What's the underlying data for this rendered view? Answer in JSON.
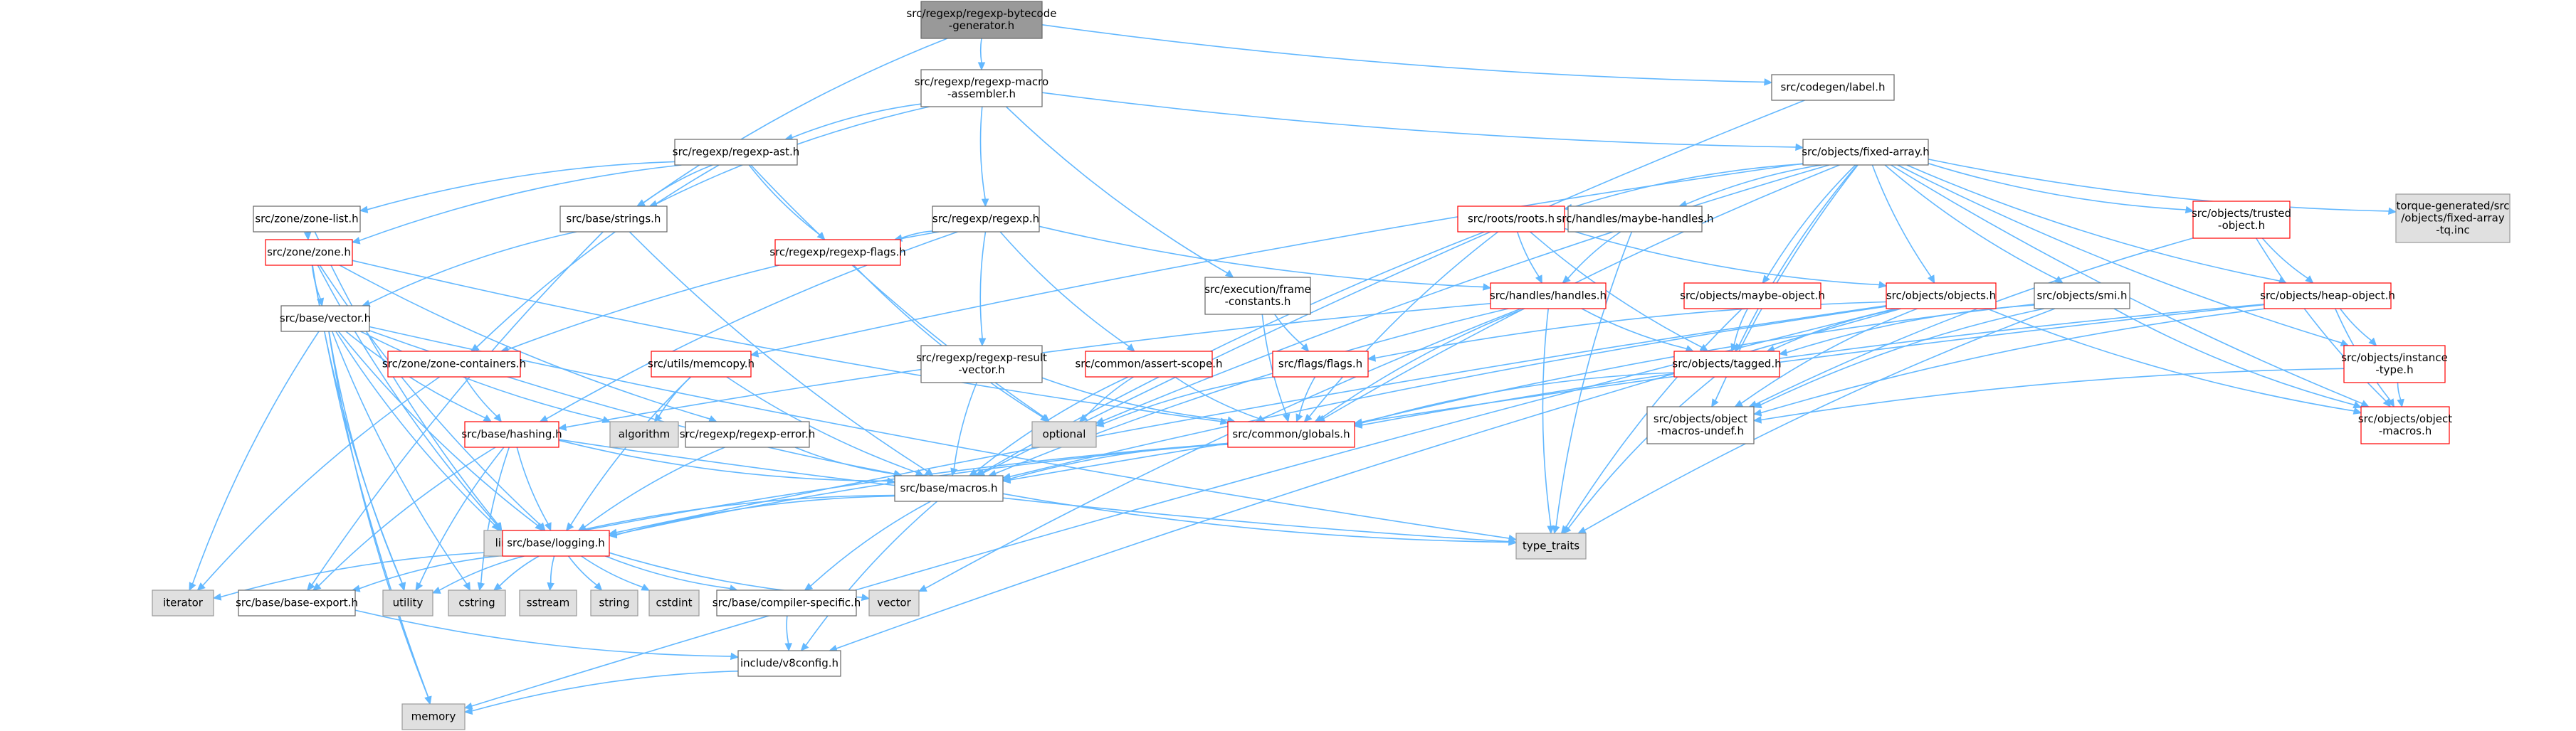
{
  "colors": {
    "edge": "#63b8ff",
    "root_fill": "#999999",
    "root_stroke": "#666666",
    "normal_fill": "#ffffff",
    "normal_stroke": "#666666",
    "truncated_stroke": "#ff0000",
    "system_fill": "#e0e0e0",
    "system_stroke": "#999999"
  },
  "nodes": [
    {
      "id": "root",
      "kind": "root",
      "lines": [
        "src/regexp/regexp-bytecode",
        "-generator.h"
      ]
    },
    {
      "id": "macro_asm",
      "kind": "normal",
      "lines": [
        "src/regexp/regexp-macro",
        "-assembler.h"
      ]
    },
    {
      "id": "codegen_label",
      "kind": "normal",
      "lines": [
        "src/codegen/label.h"
      ]
    },
    {
      "id": "regexp_ast",
      "kind": "normal",
      "lines": [
        "src/regexp/regexp-ast.h"
      ]
    },
    {
      "id": "fixed_array",
      "kind": "normal",
      "lines": [
        "src/objects/fixed-array.h"
      ]
    },
    {
      "id": "zone_list",
      "kind": "normal",
      "lines": [
        "src/zone/zone-list.h"
      ]
    },
    {
      "id": "base_strings",
      "kind": "normal",
      "lines": [
        "src/base/strings.h"
      ]
    },
    {
      "id": "regexp_h",
      "kind": "normal",
      "lines": [
        "src/regexp/regexp.h"
      ]
    },
    {
      "id": "roots",
      "kind": "truncated",
      "lines": [
        "src/roots/roots.h"
      ]
    },
    {
      "id": "maybe_handles",
      "kind": "normal",
      "lines": [
        "src/handles/maybe-handles.h"
      ]
    },
    {
      "id": "trusted_object",
      "kind": "truncated",
      "lines": [
        "src/objects/trusted",
        "-object.h"
      ]
    },
    {
      "id": "torque_fixed",
      "kind": "system",
      "lines": [
        "torque-generated/src",
        "/objects/fixed-array",
        "-tq.inc"
      ]
    },
    {
      "id": "zone_h",
      "kind": "truncated",
      "lines": [
        "src/zone/zone.h"
      ]
    },
    {
      "id": "regexp_flags",
      "kind": "truncated",
      "lines": [
        "src/regexp/regexp-flags.h"
      ]
    },
    {
      "id": "frame_constants",
      "kind": "normal",
      "lines": [
        "src/execution/frame",
        "-constants.h"
      ]
    },
    {
      "id": "handles_h",
      "kind": "truncated",
      "lines": [
        "src/handles/handles.h"
      ]
    },
    {
      "id": "maybe_object",
      "kind": "truncated",
      "lines": [
        "src/objects/maybe-object.h"
      ]
    },
    {
      "id": "objects_h",
      "kind": "truncated",
      "lines": [
        "src/objects/objects.h"
      ]
    },
    {
      "id": "smi_h",
      "kind": "normal",
      "lines": [
        "src/objects/smi.h"
      ]
    },
    {
      "id": "heap_object",
      "kind": "truncated",
      "lines": [
        "src/objects/heap-object.h"
      ]
    },
    {
      "id": "base_vector",
      "kind": "normal",
      "lines": [
        "src/base/vector.h"
      ]
    },
    {
      "id": "zone_containers",
      "kind": "truncated",
      "lines": [
        "src/zone/zone-containers.h"
      ]
    },
    {
      "id": "memcopy",
      "kind": "truncated",
      "lines": [
        "src/utils/memcopy.h"
      ]
    },
    {
      "id": "result_vector",
      "kind": "normal",
      "lines": [
        "src/regexp/regexp-result",
        "-vector.h"
      ]
    },
    {
      "id": "assert_scope",
      "kind": "truncated",
      "lines": [
        "src/common/assert-scope.h"
      ]
    },
    {
      "id": "flags_h",
      "kind": "truncated",
      "lines": [
        "src/flags/flags.h"
      ]
    },
    {
      "id": "tagged_h",
      "kind": "truncated",
      "lines": [
        "src/objects/tagged.h"
      ]
    },
    {
      "id": "instance_type",
      "kind": "truncated",
      "lines": [
        "src/objects/instance",
        "-type.h"
      ]
    },
    {
      "id": "algorithm",
      "kind": "system",
      "lines": [
        "algorithm"
      ]
    },
    {
      "id": "optional",
      "kind": "system",
      "lines": [
        "optional"
      ]
    },
    {
      "id": "base_hashing",
      "kind": "truncated",
      "lines": [
        "src/base/hashing.h"
      ]
    },
    {
      "id": "regexp_error",
      "kind": "normal",
      "lines": [
        "src/regexp/regexp-error.h"
      ]
    },
    {
      "id": "common_globals",
      "kind": "truncated",
      "lines": [
        "src/common/globals.h"
      ]
    },
    {
      "id": "macros_undef",
      "kind": "normal",
      "lines": [
        "src/objects/object",
        "-macros-undef.h"
      ]
    },
    {
      "id": "object_macros",
      "kind": "truncated",
      "lines": [
        "src/objects/object",
        "-macros.h"
      ]
    },
    {
      "id": "base_macros",
      "kind": "normal",
      "lines": [
        "src/base/macros.h"
      ]
    },
    {
      "id": "limits",
      "kind": "system",
      "lines": [
        "limits"
      ]
    },
    {
      "id": "type_traits",
      "kind": "system",
      "lines": [
        "type_traits"
      ]
    },
    {
      "id": "base_logging",
      "kind": "truncated",
      "lines": [
        "src/base/logging.h"
      ]
    },
    {
      "id": "iterator",
      "kind": "system",
      "lines": [
        "iterator"
      ]
    },
    {
      "id": "base_export",
      "kind": "normal",
      "lines": [
        "src/base/base-export.h"
      ]
    },
    {
      "id": "utility",
      "kind": "system",
      "lines": [
        "utility"
      ]
    },
    {
      "id": "cstring",
      "kind": "system",
      "lines": [
        "cstring"
      ]
    },
    {
      "id": "sstream",
      "kind": "system",
      "lines": [
        "sstream"
      ]
    },
    {
      "id": "string",
      "kind": "system",
      "lines": [
        "string"
      ]
    },
    {
      "id": "cstdint",
      "kind": "system",
      "lines": [
        "cstdint"
      ]
    },
    {
      "id": "compiler_specific",
      "kind": "normal",
      "lines": [
        "src/base/compiler-specific.h"
      ]
    },
    {
      "id": "vector",
      "kind": "system",
      "lines": [
        "vector"
      ]
    },
    {
      "id": "v8config",
      "kind": "normal",
      "lines": [
        "include/v8config.h"
      ]
    },
    {
      "id": "memory",
      "kind": "system",
      "lines": [
        "memory"
      ]
    }
  ],
  "edges": [
    [
      "root",
      "macro_asm"
    ],
    [
      "root",
      "codegen_label"
    ],
    [
      "root",
      "base_strings"
    ],
    [
      "codegen_label",
      "base_macros"
    ],
    [
      "macro_asm",
      "regexp_ast"
    ],
    [
      "macro_asm",
      "fixed_array"
    ],
    [
      "macro_asm",
      "base_strings"
    ],
    [
      "macro_asm",
      "regexp_h"
    ],
    [
      "macro_asm",
      "frame_constants"
    ],
    [
      "regexp_ast",
      "zone_list"
    ],
    [
      "regexp_ast",
      "base_strings"
    ],
    [
      "regexp_ast",
      "zone_h"
    ],
    [
      "regexp_ast",
      "regexp_flags"
    ],
    [
      "regexp_ast",
      "zone_containers"
    ],
    [
      "regexp_ast",
      "optional"
    ],
    [
      "zone_list",
      "zone_h"
    ],
    [
      "zone_list",
      "limits"
    ],
    [
      "base_strings",
      "base_vector"
    ],
    [
      "base_strings",
      "base_export"
    ],
    [
      "base_strings",
      "base_macros"
    ],
    [
      "zone_h",
      "base_vector"
    ],
    [
      "zone_h",
      "memory"
    ],
    [
      "zone_h",
      "base_logging"
    ],
    [
      "zone_h",
      "utility"
    ],
    [
      "zone_h",
      "limits"
    ],
    [
      "zone_h",
      "regexp_error"
    ],
    [
      "zone_h",
      "common_globals"
    ],
    [
      "regexp_h",
      "regexp_flags"
    ],
    [
      "regexp_h",
      "result_vector"
    ],
    [
      "regexp_h",
      "assert_scope"
    ],
    [
      "regexp_h",
      "handles_h"
    ],
    [
      "regexp_h",
      "zone_containers"
    ],
    [
      "regexp_h",
      "base_hashing"
    ],
    [
      "regexp_flags",
      "optional"
    ],
    [
      "frame_constants",
      "flags_h"
    ],
    [
      "frame_constants",
      "common_globals"
    ],
    [
      "fixed_array",
      "roots"
    ],
    [
      "fixed_array",
      "maybe_handles"
    ],
    [
      "fixed_array",
      "trusted_object"
    ],
    [
      "fixed_array",
      "torque_fixed"
    ],
    [
      "fixed_array",
      "objects_h"
    ],
    [
      "fixed_array",
      "smi_h"
    ],
    [
      "fixed_array",
      "heap_object"
    ],
    [
      "fixed_array",
      "maybe_object"
    ],
    [
      "fixed_array",
      "tagged_h"
    ],
    [
      "fixed_array",
      "common_globals"
    ],
    [
      "fixed_array",
      "memcopy"
    ],
    [
      "fixed_array",
      "optional"
    ],
    [
      "fixed_array",
      "macros_undef"
    ],
    [
      "fixed_array",
      "object_macros"
    ],
    [
      "fixed_array",
      "instance_type"
    ],
    [
      "roots",
      "handles_h"
    ],
    [
      "roots",
      "objects_h"
    ],
    [
      "roots",
      "tagged_h"
    ],
    [
      "roots",
      "common_globals"
    ],
    [
      "roots",
      "base_macros"
    ],
    [
      "maybe_handles",
      "handles_h"
    ],
    [
      "maybe_handles",
      "type_traits"
    ],
    [
      "trusted_object",
      "heap_object"
    ],
    [
      "trusted_object",
      "macros_undef"
    ],
    [
      "trusted_object",
      "object_macros"
    ],
    [
      "heap_object",
      "instance_type"
    ],
    [
      "heap_object",
      "macros_undef"
    ],
    [
      "heap_object",
      "object_macros"
    ],
    [
      "heap_object",
      "common_globals"
    ],
    [
      "heap_object",
      "base_macros"
    ],
    [
      "instance_type",
      "macros_undef"
    ],
    [
      "instance_type",
      "object_macros"
    ],
    [
      "handles_h",
      "tagged_h"
    ],
    [
      "handles_h",
      "common_globals"
    ],
    [
      "handles_h",
      "type_traits"
    ],
    [
      "handles_h",
      "base_macros"
    ],
    [
      "handles_h",
      "vector"
    ],
    [
      "handles_h",
      "base_hashing"
    ],
    [
      "maybe_object",
      "tagged_h"
    ],
    [
      "maybe_object",
      "type_traits"
    ],
    [
      "objects_h",
      "tagged_h"
    ],
    [
      "objects_h",
      "flags_h"
    ],
    [
      "objects_h",
      "macros_undef"
    ],
    [
      "objects_h",
      "object_macros"
    ],
    [
      "objects_h",
      "base_macros"
    ],
    [
      "objects_h",
      "memory"
    ],
    [
      "objects_h",
      "v8config"
    ],
    [
      "objects_h",
      "base_logging"
    ],
    [
      "smi_h",
      "tagged_h"
    ],
    [
      "smi_h",
      "common_globals"
    ],
    [
      "smi_h",
      "macros_undef"
    ],
    [
      "smi_h",
      "object_macros"
    ],
    [
      "smi_h",
      "type_traits"
    ],
    [
      "base_vector",
      "algorithm"
    ],
    [
      "base_vector",
      "base_hashing"
    ],
    [
      "base_vector",
      "base_logging"
    ],
    [
      "base_vector",
      "base_macros"
    ],
    [
      "base_vector",
      "limits"
    ],
    [
      "base_vector",
      "cstring"
    ],
    [
      "base_vector",
      "iterator"
    ],
    [
      "base_vector",
      "memory"
    ],
    [
      "base_vector",
      "type_traits"
    ],
    [
      "base_vector",
      "utility"
    ],
    [
      "zone_containers",
      "base_hashing"
    ],
    [
      "zone_containers",
      "iterator"
    ],
    [
      "memcopy",
      "algorithm"
    ],
    [
      "memcopy",
      "base_logging"
    ],
    [
      "memcopy",
      "base_macros"
    ],
    [
      "result_vector",
      "base_macros"
    ],
    [
      "result_vector",
      "common_globals"
    ],
    [
      "assert_scope",
      "optional"
    ],
    [
      "assert_scope",
      "common_globals"
    ],
    [
      "assert_scope",
      "base_macros"
    ],
    [
      "flags_h",
      "optional"
    ],
    [
      "flags_h",
      "common_globals"
    ],
    [
      "tagged_h",
      "common_globals"
    ],
    [
      "tagged_h",
      "type_traits"
    ],
    [
      "base_hashing",
      "base_macros"
    ],
    [
      "base_hashing",
      "base_logging"
    ],
    [
      "base_hashing",
      "base_export"
    ],
    [
      "base_hashing",
      "cstring"
    ],
    [
      "base_hashing",
      "type_traits"
    ],
    [
      "base_hashing",
      "utility"
    ],
    [
      "regexp_error",
      "base_logging"
    ],
    [
      "regexp_error",
      "base_macros"
    ],
    [
      "common_globals",
      "base_macros"
    ],
    [
      "common_globals",
      "base_logging"
    ],
    [
      "common_globals",
      "limits"
    ],
    [
      "base_macros",
      "base_logging"
    ],
    [
      "base_macros",
      "compiler_specific"
    ],
    [
      "base_macros",
      "v8config"
    ],
    [
      "base_macros",
      "limits"
    ],
    [
      "base_macros",
      "type_traits"
    ],
    [
      "base_logging",
      "base_export"
    ],
    [
      "base_logging",
      "iterator"
    ],
    [
      "base_logging",
      "utility"
    ],
    [
      "base_logging",
      "cstring"
    ],
    [
      "base_logging",
      "sstream"
    ],
    [
      "base_logging",
      "string"
    ],
    [
      "base_logging",
      "cstdint"
    ],
    [
      "base_logging",
      "compiler_specific"
    ],
    [
      "base_logging",
      "vector"
    ],
    [
      "base_export",
      "v8config"
    ],
    [
      "compiler_specific",
      "v8config"
    ],
    [
      "v8config",
      "memory"
    ]
  ]
}
